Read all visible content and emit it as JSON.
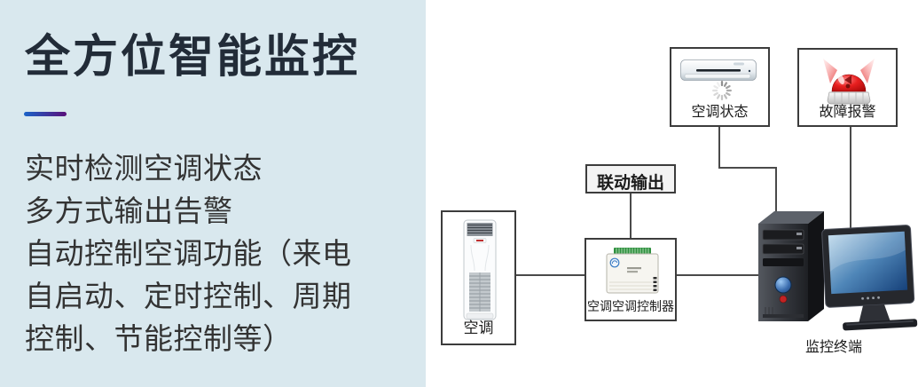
{
  "left_panel": {
    "title": "全方位智能监控",
    "description_lines": [
      "实时检测空调状态",
      "多方式输出告警",
      "自动控制空调功能（来电",
      "自启动、定时控制、周期",
      "控制、节能控制等）"
    ],
    "colors": {
      "background": "#d9e8ee",
      "title_text": "#222c38",
      "body_text": "#333333",
      "underline_gradient_start": "#1a63c8",
      "underline_gradient_end": "#5a0f7a"
    }
  },
  "diagram": {
    "connector_color": "#4a4a4a",
    "box_border_color": "#3c3c3c",
    "nodes": {
      "ac_status": {
        "label": "空调状态",
        "icon": "wall-ac-icon, loading-spinner-icon"
      },
      "fault_alarm": {
        "label": "故障报警",
        "icon": "alarm-siren-icon",
        "accent_color": "#d21414"
      },
      "linkage_output": {
        "label": "联动输出",
        "fill": "#f3f3f3"
      },
      "air_conditioner": {
        "label": "空调",
        "icon": "floor-ac-icon"
      },
      "controller": {
        "label": "空调空调控制器",
        "icon": "controller-device-icon"
      },
      "monitor_terminal": {
        "label": "监控终端",
        "icon": "desktop-computer-icon",
        "screen_color": "#2f6fae"
      }
    }
  }
}
